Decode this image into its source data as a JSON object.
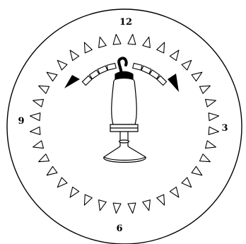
{
  "figure": {
    "numbers": {
      "twelve": "12",
      "three": "3",
      "six": "6",
      "nine": "9"
    },
    "marker_count": 36,
    "ink_color": "#000000",
    "background_color": "#ffffff",
    "description_icons": {
      "center": "lamp-icon",
      "markers": "triangle-marker",
      "arrows": "curved-arrow"
    }
  }
}
